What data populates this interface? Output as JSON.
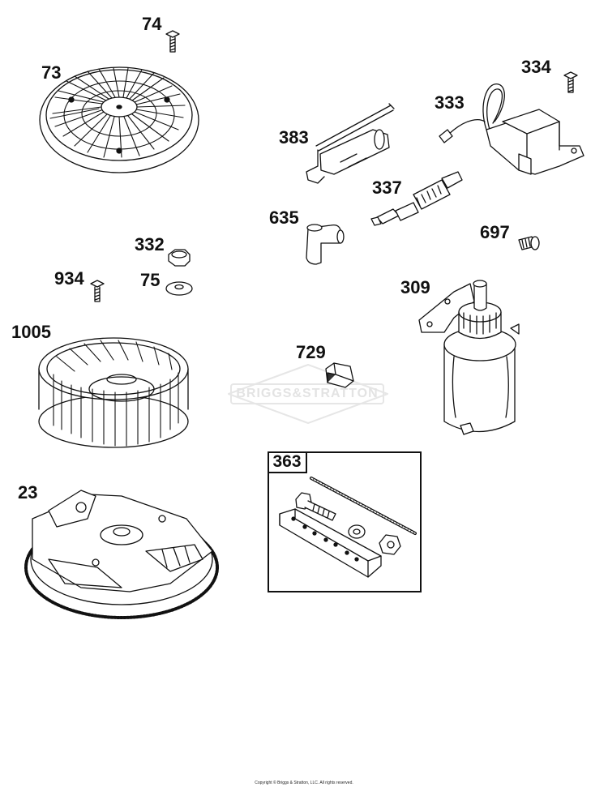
{
  "diagram": {
    "brand_watermark": "BRIGGS&STRATTON",
    "copyright": "Copyright © Briggs & Stratton, LLC. All rights reserved.",
    "parts": [
      {
        "ref": "74",
        "component": "bolt"
      },
      {
        "ref": "73",
        "component": "fan-screen"
      },
      {
        "ref": "334",
        "component": "screw"
      },
      {
        "ref": "333",
        "component": "ignition-armature"
      },
      {
        "ref": "383",
        "component": "ground-wire"
      },
      {
        "ref": "337",
        "component": "spark-plug"
      },
      {
        "ref": "635",
        "component": "spark-plug-boot"
      },
      {
        "ref": "697",
        "component": "screw"
      },
      {
        "ref": "332",
        "component": "nut"
      },
      {
        "ref": "934",
        "component": "screw"
      },
      {
        "ref": "75",
        "component": "washer"
      },
      {
        "ref": "309",
        "component": "starter-motor"
      },
      {
        "ref": "1005",
        "component": "fan"
      },
      {
        "ref": "729",
        "component": "clip"
      },
      {
        "ref": "363",
        "component": "kit-box"
      },
      {
        "ref": "23",
        "component": "flywheel"
      }
    ]
  }
}
